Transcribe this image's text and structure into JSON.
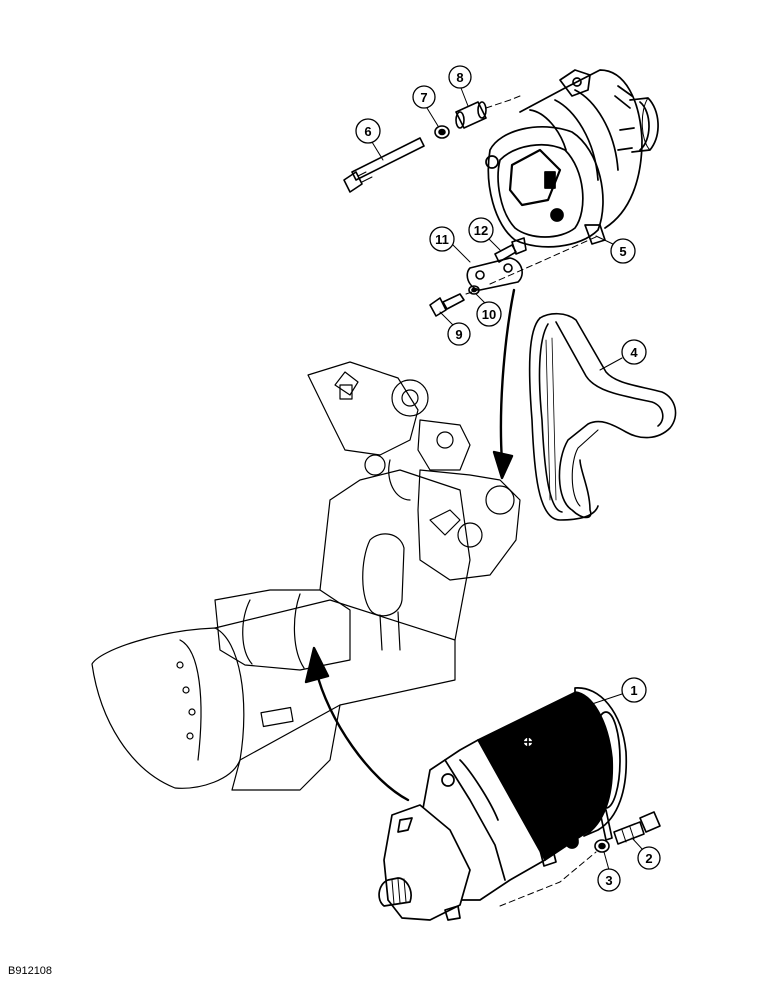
{
  "figure_id": "B912108",
  "callouts": [
    {
      "id": "1",
      "part": "starter-motor"
    },
    {
      "id": "2",
      "part": "starter-bolt"
    },
    {
      "id": "3",
      "part": "starter-washer"
    },
    {
      "id": "4",
      "part": "drive-belt"
    },
    {
      "id": "5",
      "part": "alternator"
    },
    {
      "id": "6",
      "part": "alternator-pivot-bolt"
    },
    {
      "id": "7",
      "part": "pivot-washer"
    },
    {
      "id": "8",
      "part": "spacer-sleeve"
    },
    {
      "id": "9",
      "part": "bracket-bolt"
    },
    {
      "id": "10",
      "part": "bracket-washer"
    },
    {
      "id": "11",
      "part": "adjusting-bracket"
    },
    {
      "id": "12",
      "part": "adjusting-bolt"
    }
  ]
}
